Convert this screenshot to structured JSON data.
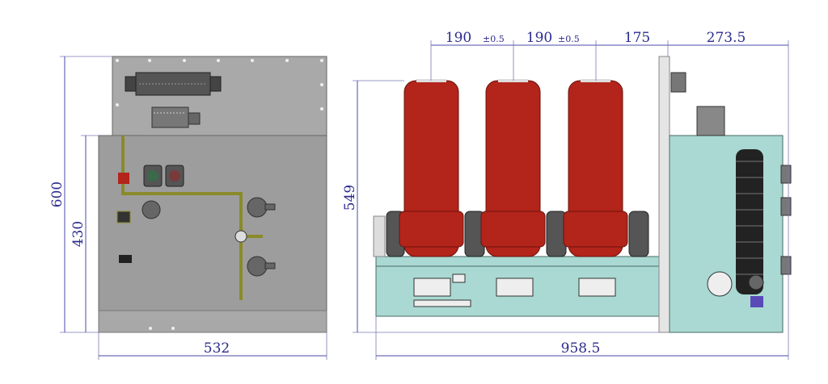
{
  "drawing": {
    "front_view": {
      "dimensions": {
        "total_height": "600",
        "body_height": "430",
        "width": "532"
      }
    },
    "side_view": {
      "dimensions": {
        "height": "549",
        "total_depth": "958.5",
        "pole_spacing_1": "190",
        "pole_spacing_1_tol": "±0.5",
        "pole_spacing_2": "190",
        "pole_spacing_2_tol": "±0.5",
        "pole_to_plate": "175",
        "mechanism_depth": "273.5"
      }
    },
    "colors": {
      "dimension": "#2b2b8f",
      "panel_gray": "#9d9d9d",
      "pole_red": "#b3241a",
      "frame_teal": "#a9d9d2",
      "bus_olive": "#8a8a2a"
    }
  }
}
